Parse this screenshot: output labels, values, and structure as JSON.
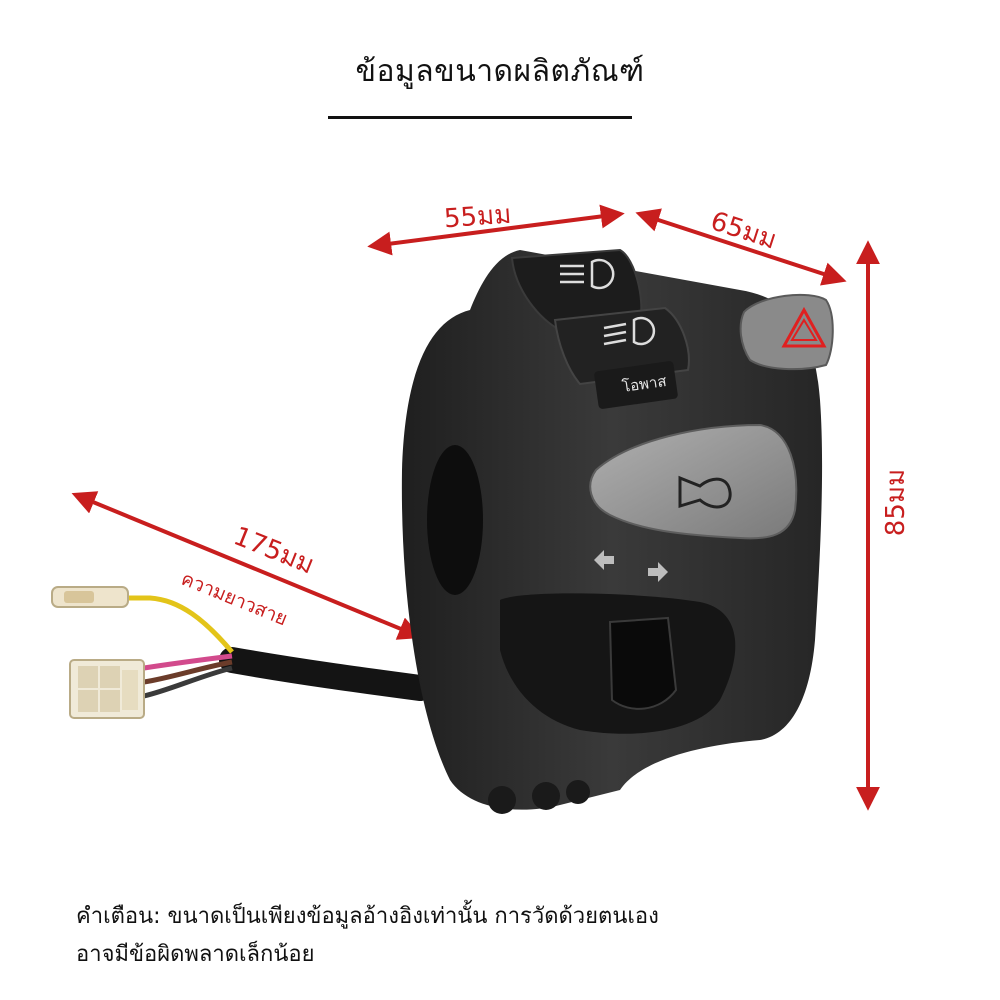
{
  "title": "ข้อมูลขนาดผลิตภัณฑ์",
  "dimensions": {
    "width_top": "55มม",
    "width_side": "65มม",
    "height": "85มม",
    "cable_length": "175มม",
    "cable_caption": "ความยาวสาย"
  },
  "switch_label": "โอพาส",
  "icons": [
    "high-beam-icon",
    "low-beam-icon",
    "hazard-icon",
    "horn-icon",
    "turn-left-icon",
    "turn-right-icon"
  ],
  "note": {
    "line1": "คำเตือน: ขนาดเป็นเพียงข้อมูลอ้างอิงเท่านั้น การวัดด้วยตนเอง",
    "line2": "อาจมีข้อผิดพลาดเล็กน้อย"
  },
  "colors": {
    "accent": "#c81e1e",
    "body": "#2b2b2b",
    "button": "#8e8e8e",
    "wire_yellow": "#e3c419"
  }
}
